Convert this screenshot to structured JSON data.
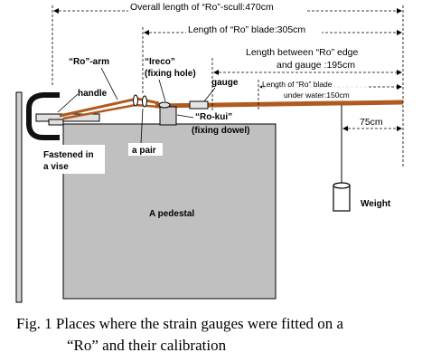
{
  "colors": {
    "pedestal": "#c0c0c0",
    "rod": "#b05a20",
    "arm": "#222222",
    "gauge": "#e6e6e6",
    "dowel": "#c8c8c8"
  },
  "labels": {
    "overall_length": "Overall length of “Ro”-scull:470cm",
    "blade_length": "Length of “Ro” blade:305cm",
    "edge_gauge_line1": "Length between “Ro” edge",
    "edge_gauge_line2": "and gauge :195cm",
    "underwater_line1": "Length of “Ro” blade",
    "underwater_line2": "under water:150cm",
    "dist_75": "75cm",
    "ro_arm": "“Ro”-arm",
    "handle": "handle",
    "ireco_line1": "“Ireco”",
    "ireco_line2": "(fixing hole)",
    "gauge": "gauge",
    "ro_kui_line1": "“Ro-kui”",
    "ro_kui_line2": "(fixing dowel)",
    "a_pair": "a pair",
    "fastened_line1": "Fastened in",
    "fastened_line2": "a vise",
    "pedestal": "A pedestal",
    "weight": "Weight"
  },
  "caption": {
    "line1": "Fig. 1    Places where the strain gauges were fitted on a",
    "line2": "“Ro” and their calibration"
  }
}
